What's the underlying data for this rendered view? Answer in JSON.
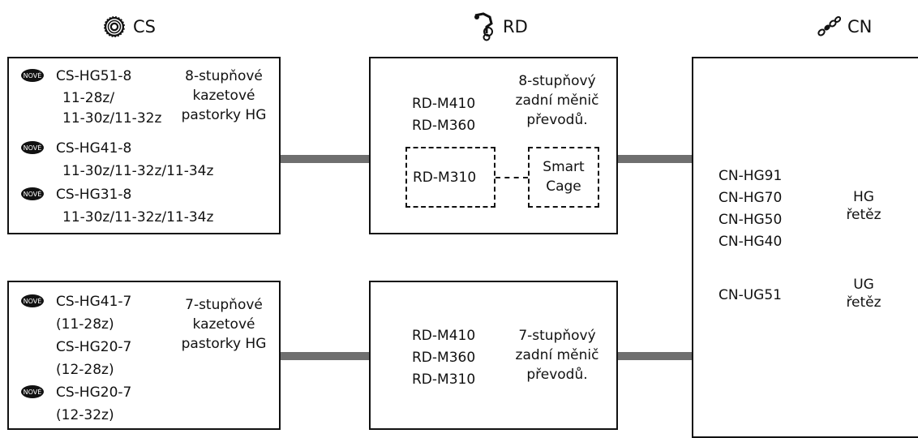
{
  "headers": {
    "cs": {
      "label": "CS",
      "icon": "cassette-sprocket-icon"
    },
    "rd": {
      "label": "RD",
      "icon": "rear-derailleur-icon"
    },
    "cn": {
      "label": "CN",
      "icon": "chain-icon"
    }
  },
  "badge_icon": "nove-badge-icon",
  "cs8": {
    "models": [
      {
        "model": "CS-HG51-8",
        "sizes": [
          "11-28z/",
          "11-30z/11-32z"
        ],
        "new": true
      },
      {
        "model": "CS-HG41-8",
        "sizes": [
          "11-30z/11-32z/11-34z"
        ],
        "new": true
      },
      {
        "model": "CS-HG31-8",
        "sizes": [
          "11-30z/11-32z/11-34z"
        ],
        "new": true
      }
    ],
    "desc": [
      "8-stupňové",
      "kazetové",
      "pastorky HG"
    ]
  },
  "cs7": {
    "models": [
      {
        "model": "CS-HG41-7",
        "sizes": [
          "(11-28z)"
        ],
        "new": true
      },
      {
        "model": "CS-HG20-7",
        "sizes": [
          "(12-28z)"
        ],
        "new": false
      },
      {
        "model": "CS-HG20-7",
        "sizes": [
          "(12-32z)"
        ],
        "new": true
      }
    ],
    "desc": [
      "7-stupňové",
      "kazetové",
      "pastorky HG"
    ]
  },
  "rd8": {
    "models": [
      "RD-M410",
      "RD-M360"
    ],
    "desc": [
      "8-stupňový",
      "zadní měnič",
      "převodů."
    ],
    "sub_model": "RD-M310",
    "smart_cage": [
      "Smart",
      "Cage"
    ]
  },
  "rd7": {
    "models": [
      "RD-M410",
      "RD-M360",
      "RD-M310"
    ],
    "desc": [
      "7-stupňový",
      "zadní měnič",
      "převodů."
    ]
  },
  "cn": {
    "hg_models": [
      "CN-HG91",
      "CN-HG70",
      "CN-HG50",
      "CN-HG40"
    ],
    "hg_desc": [
      "HG",
      "řetěz"
    ],
    "ug_models": [
      "CN-UG51"
    ],
    "ug_desc": [
      "UG",
      "řetěz"
    ]
  }
}
